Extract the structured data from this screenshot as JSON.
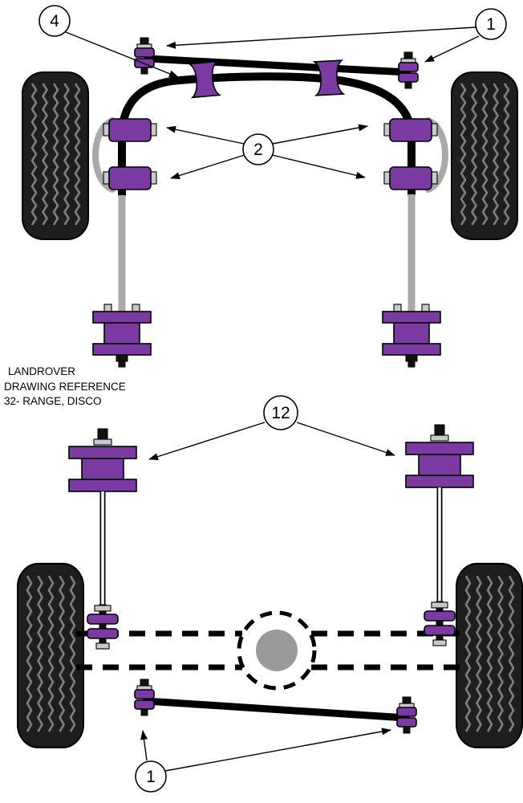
{
  "drawing_ref": {
    "line1": "LANDROVER",
    "line2": "DRAWING REFERENCE",
    "line3": "32-  RANGE, DISCO"
  },
  "callouts": {
    "four": "4",
    "one_front": "1",
    "two": "2",
    "twelve": "12",
    "one_rear": "1"
  },
  "colors": {
    "bushing_purple": "#7b3aa2",
    "tire_black": "#1e1e1e",
    "tread_gray": "#7e7e7e",
    "link_gray": "#a9a9a9",
    "axle_hub_gray": "#9a9a9a",
    "outline_black": "#000000",
    "background": "#ffffff"
  }
}
